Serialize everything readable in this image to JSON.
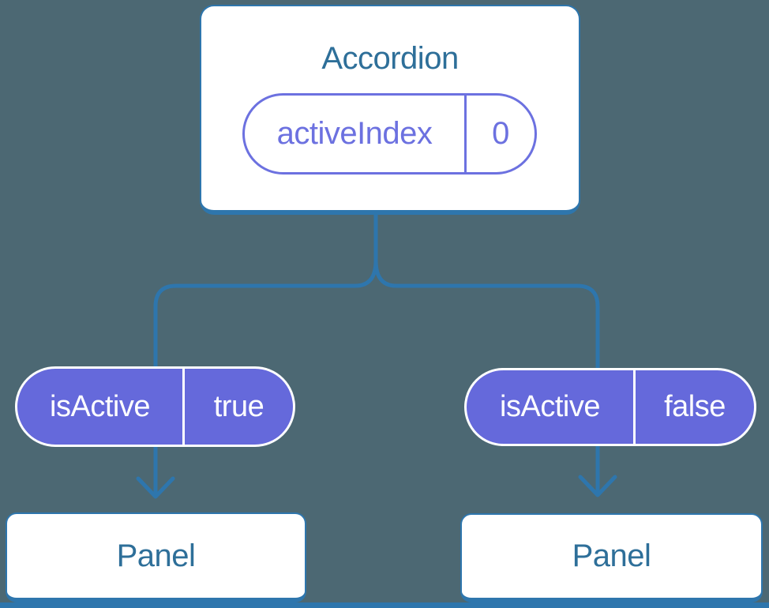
{
  "colors": {
    "background": "#4C6873",
    "line": "#2E76AD",
    "node_text": "#2E6F99",
    "purple": "#6569DB",
    "purple_outline": "#6C71E0",
    "card": "#FFFFFF",
    "pill_text": "#FFFFFF"
  },
  "diagram": {
    "root": {
      "title": "Accordion",
      "state": {
        "name": "activeIndex",
        "value": "0"
      }
    },
    "children": [
      {
        "prop": {
          "name": "isActive",
          "value": "true"
        },
        "label": "Panel"
      },
      {
        "prop": {
          "name": "isActive",
          "value": "false"
        },
        "label": "Panel"
      }
    ]
  }
}
